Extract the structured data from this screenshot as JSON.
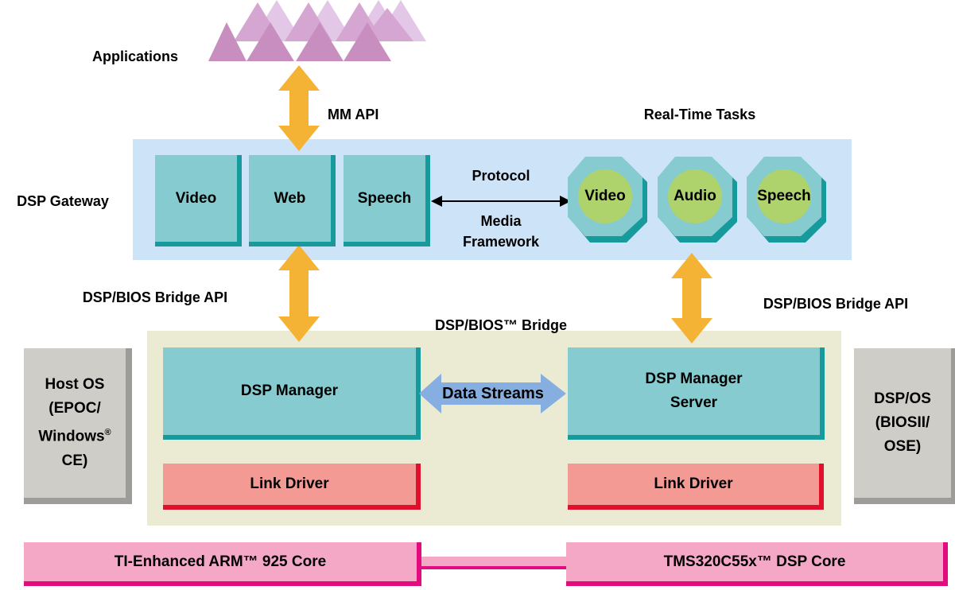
{
  "labels": {
    "applications": "Applications",
    "mm_api": "MM API",
    "real_time_tasks": "Real-Time Tasks",
    "dsp_gateway": "DSP Gateway",
    "protocol": "Protocol",
    "media_framework": "Media\nFramework",
    "bridge_api_left": "DSP/BIOS Bridge API",
    "bridge_api_right": "DSP/BIOS Bridge API",
    "bios_bridge": "DSP/BIOS™ Bridge",
    "data_streams": "Data Streams"
  },
  "gateway_blocks": [
    "Video",
    "Web",
    "Speech"
  ],
  "real_time_tasks": [
    "Video",
    "Audio",
    "Speech"
  ],
  "bridge": {
    "dsp_manager": "DSP Manager",
    "dsp_manager_server": "DSP Manager\nServer",
    "link_driver_left": "Link Driver",
    "link_driver_right": "Link Driver"
  },
  "host_os": {
    "line1": "Host OS",
    "line2": "(EPOC/",
    "line3": "Windows",
    "reg": "®",
    "line4": "CE)"
  },
  "dsp_os": "DSP/OS\n(BIOSII/\nOSE)",
  "cores": {
    "arm": "TI-Enhanced ARM™ 925 Core",
    "dsp": "TMS320C55x™ DSP Core"
  },
  "colors": {
    "gateway_bg": "#cde3f7",
    "bridge_bg": "#ebebd3",
    "teal": "#86cbd0",
    "teal_shadow": "#169a9c",
    "link_driver": "#f29a93",
    "link_shadow": "#e0102c",
    "core": "#f5a7c6",
    "core_shadow": "#e20b80",
    "os_box": "#cfcdc8",
    "api_arrow": "#f5b335",
    "stream_arrow": "#86aee0",
    "task_circle": "#aed26c",
    "triangle_dark": "#c88ebf",
    "triangle_light": "#e2c8e6"
  }
}
